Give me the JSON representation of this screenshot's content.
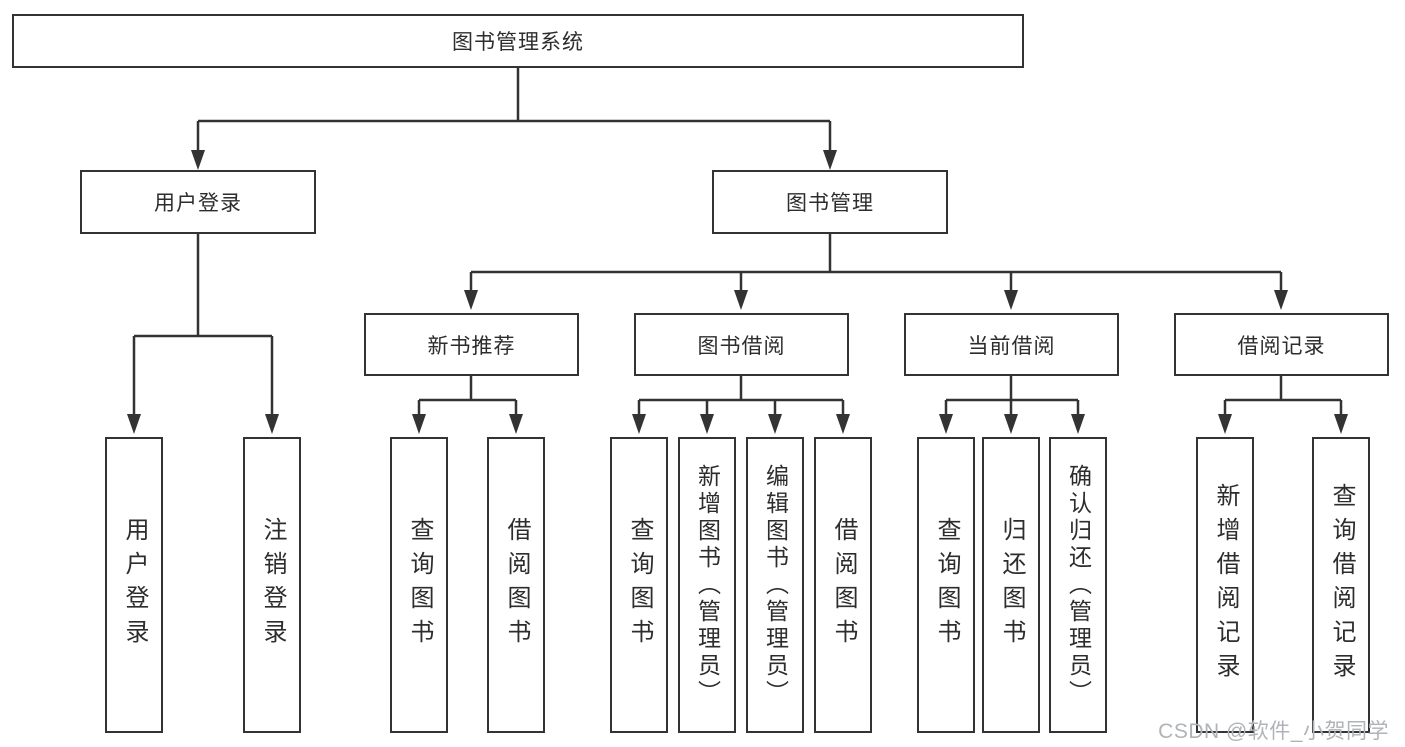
{
  "tree": {
    "label": "图书管理系统",
    "children": [
      {
        "label": "用户登录",
        "children": [
          {
            "label": "用户登录"
          },
          {
            "label": "注销登录"
          }
        ]
      },
      {
        "label": "图书管理",
        "children": [
          {
            "label": "新书推荐",
            "children": [
              {
                "label": "查询图书"
              },
              {
                "label": "借阅图书"
              }
            ]
          },
          {
            "label": "图书借阅",
            "children": [
              {
                "label": "查询图书"
              },
              {
                "label": "新增图书（管理员）"
              },
              {
                "label": "编辑图书（管理员）"
              },
              {
                "label": "借阅图书"
              }
            ]
          },
          {
            "label": "当前借阅",
            "children": [
              {
                "label": "查询图书"
              },
              {
                "label": "归还图书"
              },
              {
                "label": "确认归还（管理员）"
              }
            ]
          },
          {
            "label": "借阅记录",
            "children": [
              {
                "label": "新增借阅记录"
              },
              {
                "label": "查询借阅记录"
              }
            ]
          }
        ]
      }
    ]
  },
  "watermark": {
    "text": "CSDN @软件_小贺同学"
  },
  "colors": {
    "line": "#333333",
    "text": "#2d2d2d",
    "watermark": "#b0b3b7",
    "bg": "#ffffff"
  }
}
